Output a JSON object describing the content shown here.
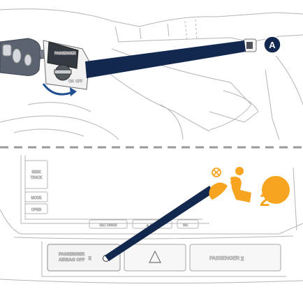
{
  "top_panel": {
    "callout_letter": "A",
    "key_label": "PASSENGER",
    "key_positions": [
      "ON",
      "OFF"
    ]
  },
  "bottom_panel": {
    "radio": {
      "seek_track_label": "SEEK\nTRACK",
      "mode_label": "MODE",
      "open_label": "OPEN",
      "settings_label": "SETTINGS",
      "info_label": "▲ INFO",
      "nav_label": "NA"
    },
    "airbag_button_label_1": "PASSENGER",
    "airbag_button_label_2": "AIRBAG OFF",
    "passenger_button_label": "PASSENGER",
    "warning_symbol_number": "2",
    "colors": {
      "indicator": "#f7a520",
      "callout_line": "#12284f",
      "divider": "#9a9a9a"
    }
  }
}
